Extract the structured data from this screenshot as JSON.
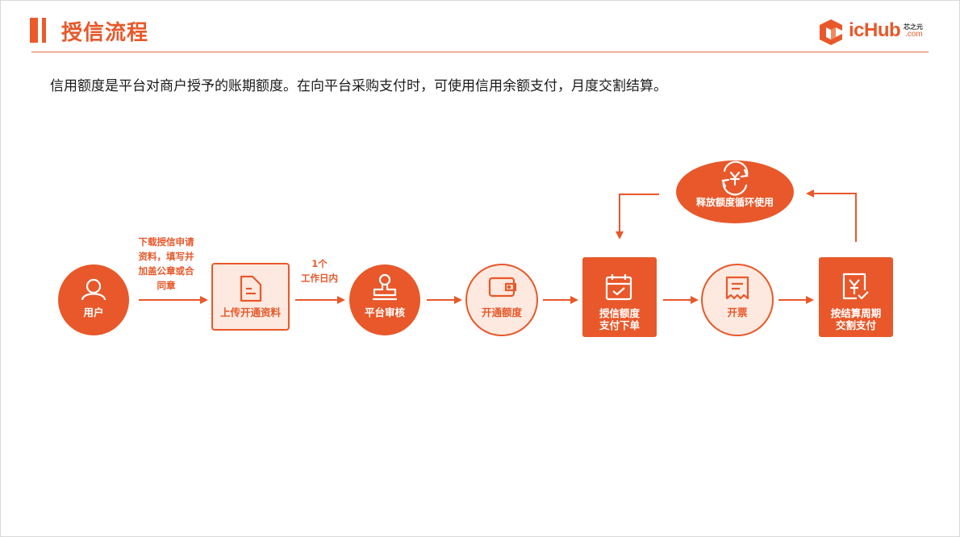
{
  "header": {
    "title": "授信流程",
    "logo_text": "icHub",
    "logo_sup": "芯之元",
    "logo_sub": ".com"
  },
  "intro": "信用额度是平台对商户授予的账期额度。在向平台采购支付时，可使用信用余额支付，月度交割结算。",
  "colors": {
    "accent": "#e8582a",
    "light_fill": "#fde9df"
  },
  "flow": {
    "nodes": {
      "user": {
        "label": "用户",
        "icon": "user-icon"
      },
      "upload": {
        "label": "上传开通资料",
        "icon": "document-icon"
      },
      "review": {
        "label": "平台审核",
        "icon": "stamp-icon"
      },
      "open": {
        "label": "开通额度",
        "icon": "wallet-icon"
      },
      "order": {
        "line1": "授信额度",
        "line2": "支付下单",
        "icon": "calendar-check-icon"
      },
      "invoice": {
        "label": "开票",
        "icon": "receipt-icon"
      },
      "settle": {
        "line1": "按结算周期",
        "line2": "交割支付",
        "icon": "yuan-check-icon"
      },
      "release": {
        "label": "释放额度循环使用",
        "icon": "yuan-cycle-icon"
      }
    },
    "notes": {
      "docs": [
        "下载授信申请",
        "资料，填写并",
        "加盖公章或合",
        "同章"
      ],
      "time": [
        "1个",
        "工作日内"
      ]
    }
  }
}
